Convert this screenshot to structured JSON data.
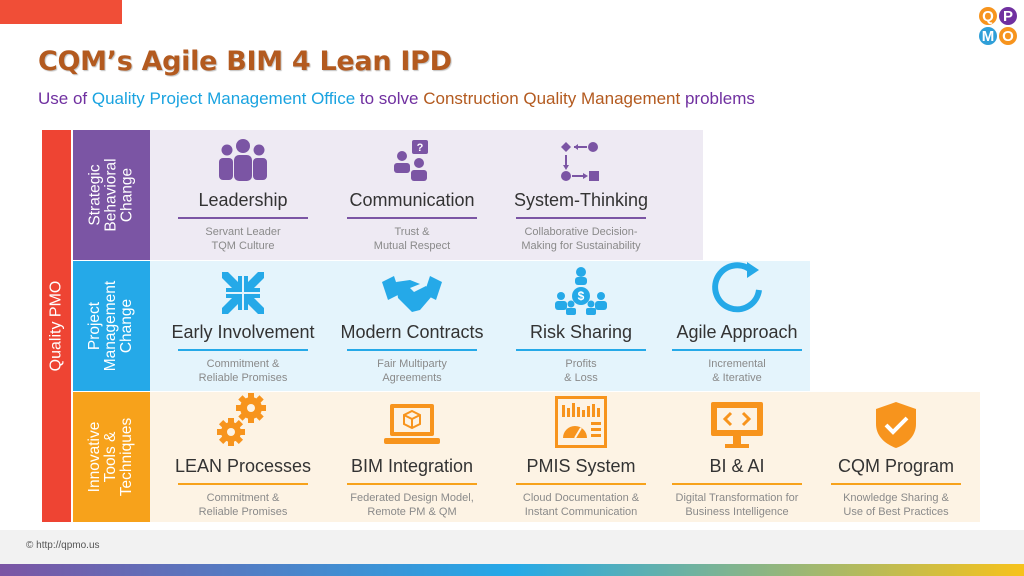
{
  "logo": {
    "letters": [
      "Q",
      "P",
      "M",
      "O"
    ]
  },
  "title": "CQM’s Agile BIM 4 Lean IPD",
  "subtitle": {
    "part1": "Use of ",
    "part2": "Quality Project Management Office",
    "part3": " to solve ",
    "part4": "Construction Quality Management",
    "part5": " problems"
  },
  "side_label": "Quality PMO",
  "rows": [
    {
      "label": "Strategic Behavioral Change",
      "label_lines": [
        "Strategic",
        "Behavioral",
        "Change"
      ],
      "color": "#7b55a4",
      "items": [
        {
          "icon": "team-icon",
          "name": "Leadership",
          "desc1": "Servant Leader",
          "desc2": "TQM Culture"
        },
        {
          "icon": "communication-icon",
          "name": "Communication",
          "desc1": "Trust &",
          "desc2": "Mutual Respect"
        },
        {
          "icon": "flow-diagram-icon",
          "name": "System-Thinking",
          "desc1": "Collaborative Decision-",
          "desc2": "Making for Sustainability"
        }
      ]
    },
    {
      "label": "Project Management Change",
      "label_lines": [
        "Project",
        "Management",
        "Change"
      ],
      "color": "#25a9e8",
      "items": [
        {
          "icon": "converge-arrows-icon",
          "name": "Early Involvement",
          "desc1": "Commitment &",
          "desc2": "Reliable Promises"
        },
        {
          "icon": "handshake-icon",
          "name": "Modern Contracts",
          "desc1": "Fair Multiparty",
          "desc2": "Agreements"
        },
        {
          "icon": "shared-money-icon",
          "name": "Risk Sharing",
          "desc1": "Profits",
          "desc2": "& Loss"
        },
        {
          "icon": "cycle-arrow-icon",
          "name": "Agile Approach",
          "desc1": "Incremental",
          "desc2": "& Iterative"
        }
      ]
    },
    {
      "label": "Innovative Tools & Techniques",
      "label_lines": [
        "Innovative",
        "Tools &",
        "Techniques"
      ],
      "color": "#f7a21b",
      "items": [
        {
          "icon": "gears-icon",
          "name": "LEAN Processes",
          "desc1": "Commitment &",
          "desc2": "Reliable Promises"
        },
        {
          "icon": "laptop-cube-icon",
          "name": "BIM Integration",
          "desc1": "Federated Design Model,",
          "desc2": "Remote PM & QM"
        },
        {
          "icon": "dashboard-icon",
          "name": "PMIS System",
          "desc1": "Cloud Documentation &",
          "desc2": "Instant Communication"
        },
        {
          "icon": "code-monitor-icon",
          "name": "BI & AI",
          "desc1": "Digital Transformation for",
          "desc2": "Business Intelligence"
        },
        {
          "icon": "shield-check-icon",
          "name": "CQM Program",
          "desc1": "Knowledge Sharing &",
          "desc2": "Use of Best Practices"
        }
      ]
    }
  ],
  "footer": "© http://qpmo.us",
  "colors": {
    "accent_red": "#ee4433",
    "purple": "#7b55a4",
    "blue": "#25a9e8",
    "orange": "#f7a21b",
    "title_brown": "#b35a1f"
  }
}
